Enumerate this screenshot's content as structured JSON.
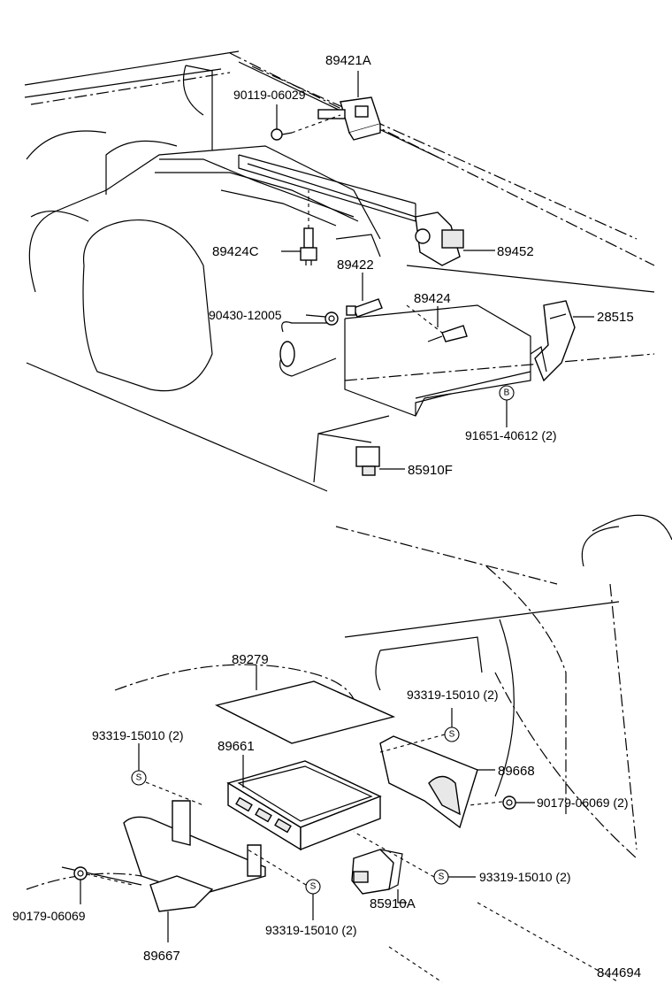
{
  "labels": {
    "p89421A": "89421A",
    "p90119": "90119-06029",
    "p89424C": "89424C",
    "p89452": "89452",
    "p89422": "89422",
    "p89424": "89424",
    "p90430": "90430-12005",
    "p28515": "28515",
    "p91651": "91651-40612 (2)",
    "p85910F": "85910F",
    "p89279": "89279",
    "p93319a": "93319-15010 (2)",
    "p93319b": "93319-15010 (2)",
    "p89661": "89661",
    "p89668": "89668",
    "p90179a": "90179-06069 (2)",
    "p93319c": "93319-15010 (2)",
    "p90179b": "90179-06069",
    "p85910A": "85910A",
    "p93319d": "93319-15010 (2)",
    "p89667": "89667",
    "figure_number": "844694"
  },
  "markers": {
    "bolt_b": "B",
    "screw_s": "S"
  }
}
